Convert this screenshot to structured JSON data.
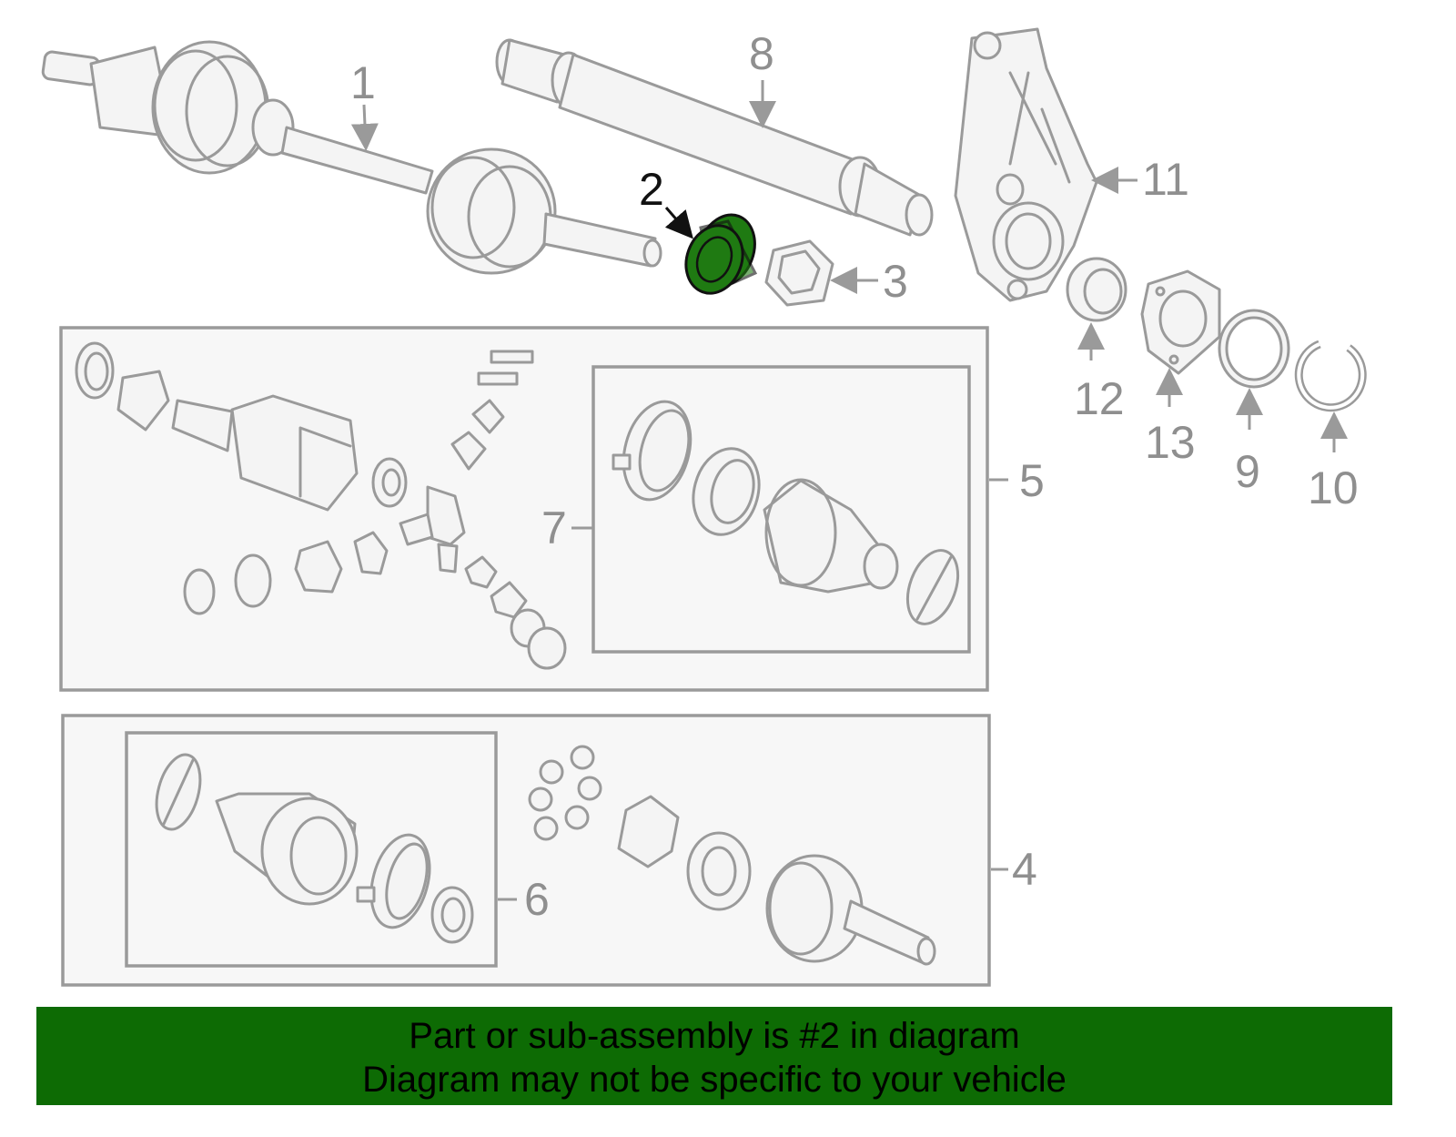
{
  "callouts": {
    "c1": "1",
    "c2": "2",
    "c3": "3",
    "c4": "4",
    "c5": "5",
    "c6": "6",
    "c7": "7",
    "c8": "8",
    "c9": "9",
    "c10": "10",
    "c11": "11",
    "c12": "12",
    "c13": "13"
  },
  "highlight_color": "#1f7a12",
  "banner": {
    "line1": "Part or sub-assembly is #2 in diagram",
    "line2": "Diagram may not be specific to your vehicle",
    "background": "#0d6b04"
  }
}
